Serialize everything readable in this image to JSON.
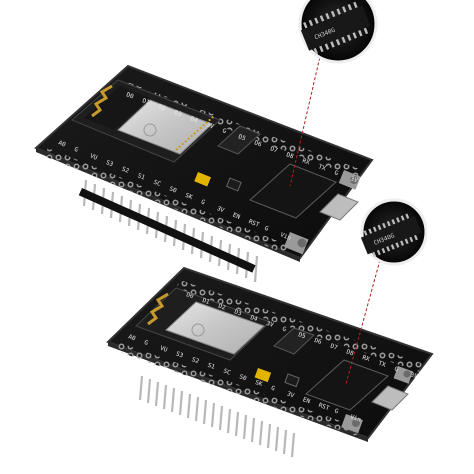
{
  "image": {
    "background": "#ffffff",
    "subject": "Two NodeMCU ESP8266 development boards with magnified views of the USB-to-serial chip",
    "colors": {
      "pcb": "#121212",
      "pcb_edge": "#2a2a2a",
      "pins": "#b8b8b8",
      "shield": "#cfcfcf",
      "antenna_gold": "#c79a2c",
      "button_cap": "#6b6b6b",
      "capacitor_yellow": "#e2b400",
      "leader_line": "#b22222"
    },
    "board_top": {
      "pin_labels_upper": [
        "D0",
        "D1",
        "D2",
        "D3",
        "D4",
        "3V",
        "G",
        "D5",
        "D6",
        "D7",
        "D8",
        "RX",
        "TX",
        "G",
        "3V"
      ],
      "pin_labels_lower": [
        "A0",
        "G",
        "VU",
        "S3",
        "S2",
        "S1",
        "SC",
        "S0",
        "SK",
        "G",
        "3V",
        "EN",
        "RST",
        "G",
        "Vin"
      ]
    },
    "board_bottom": {
      "pin_labels_upper": [
        "D0",
        "D1",
        "D2",
        "D3",
        "D4",
        "3V",
        "G",
        "D5",
        "D6",
        "D7",
        "D8",
        "RX",
        "TX",
        "G",
        "3V"
      ],
      "pin_labels_lower": [
        "A0",
        "G",
        "VU",
        "S3",
        "S2",
        "S1",
        "SC",
        "S0",
        "SK",
        "G",
        "3V",
        "EN",
        "RST",
        "G",
        "Vin"
      ]
    },
    "zoom_top": {
      "chip_marking": "CH340G"
    },
    "zoom_bottom": {
      "chip_marking": "CH340G"
    }
  }
}
